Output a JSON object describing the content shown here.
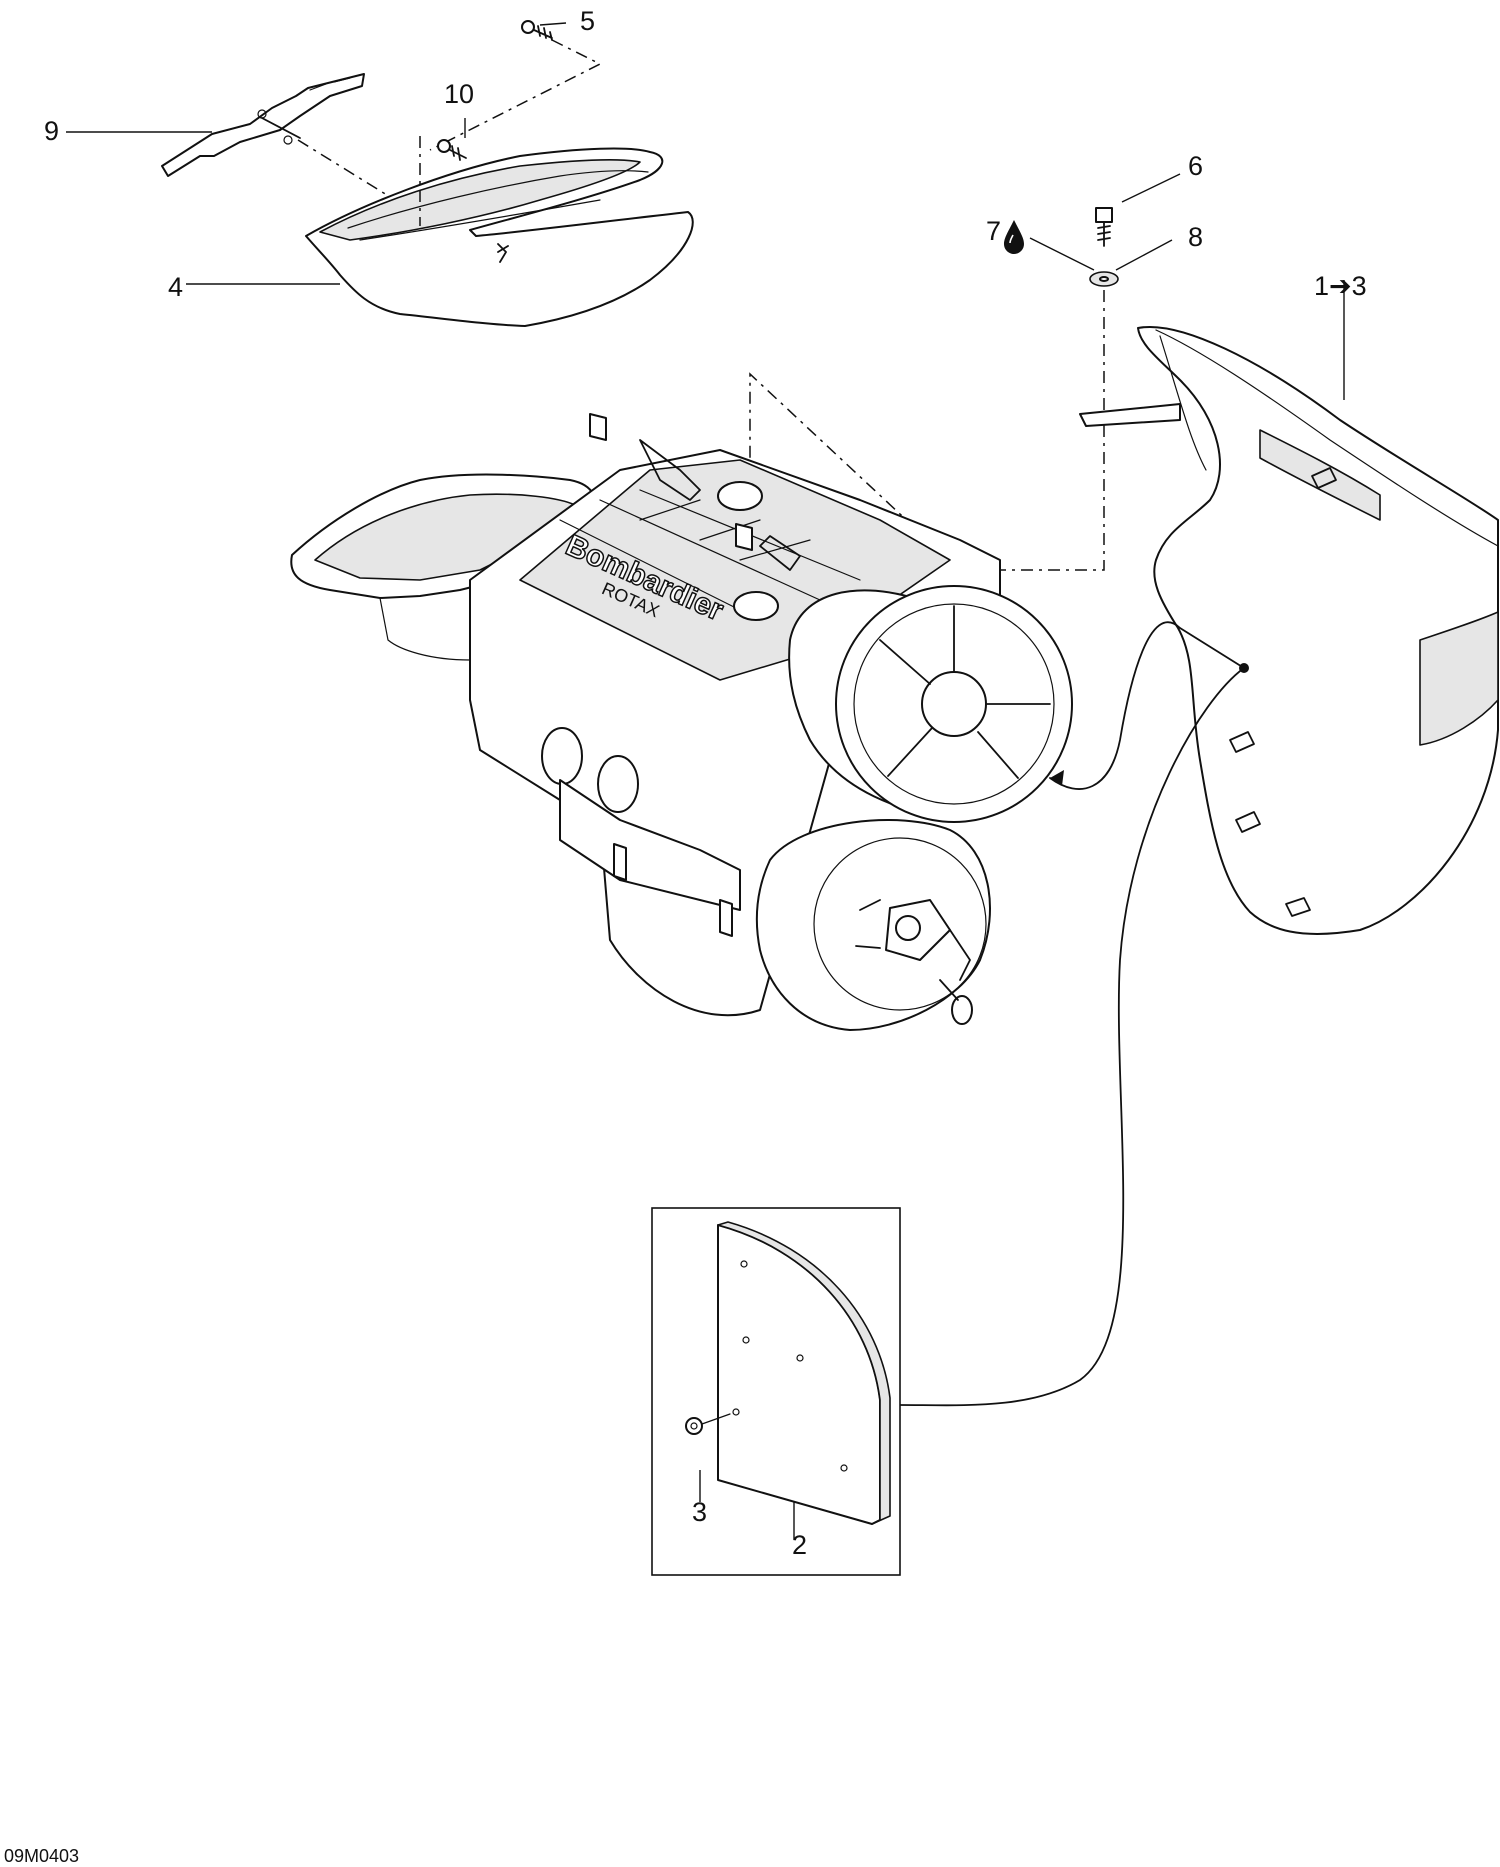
{
  "figure_code": "09M0403",
  "engine_brand": "Bombardier",
  "engine_brand_sub": "ROTAX",
  "callouts": {
    "c1": "1➔3",
    "c2": "2",
    "c3": "3",
    "c4": "4",
    "c5": "5",
    "c6": "6",
    "c7": "7",
    "c8": "8",
    "c9": "9",
    "c10": "10"
  },
  "icons": {
    "c7_marker": "oil-drop-icon"
  }
}
